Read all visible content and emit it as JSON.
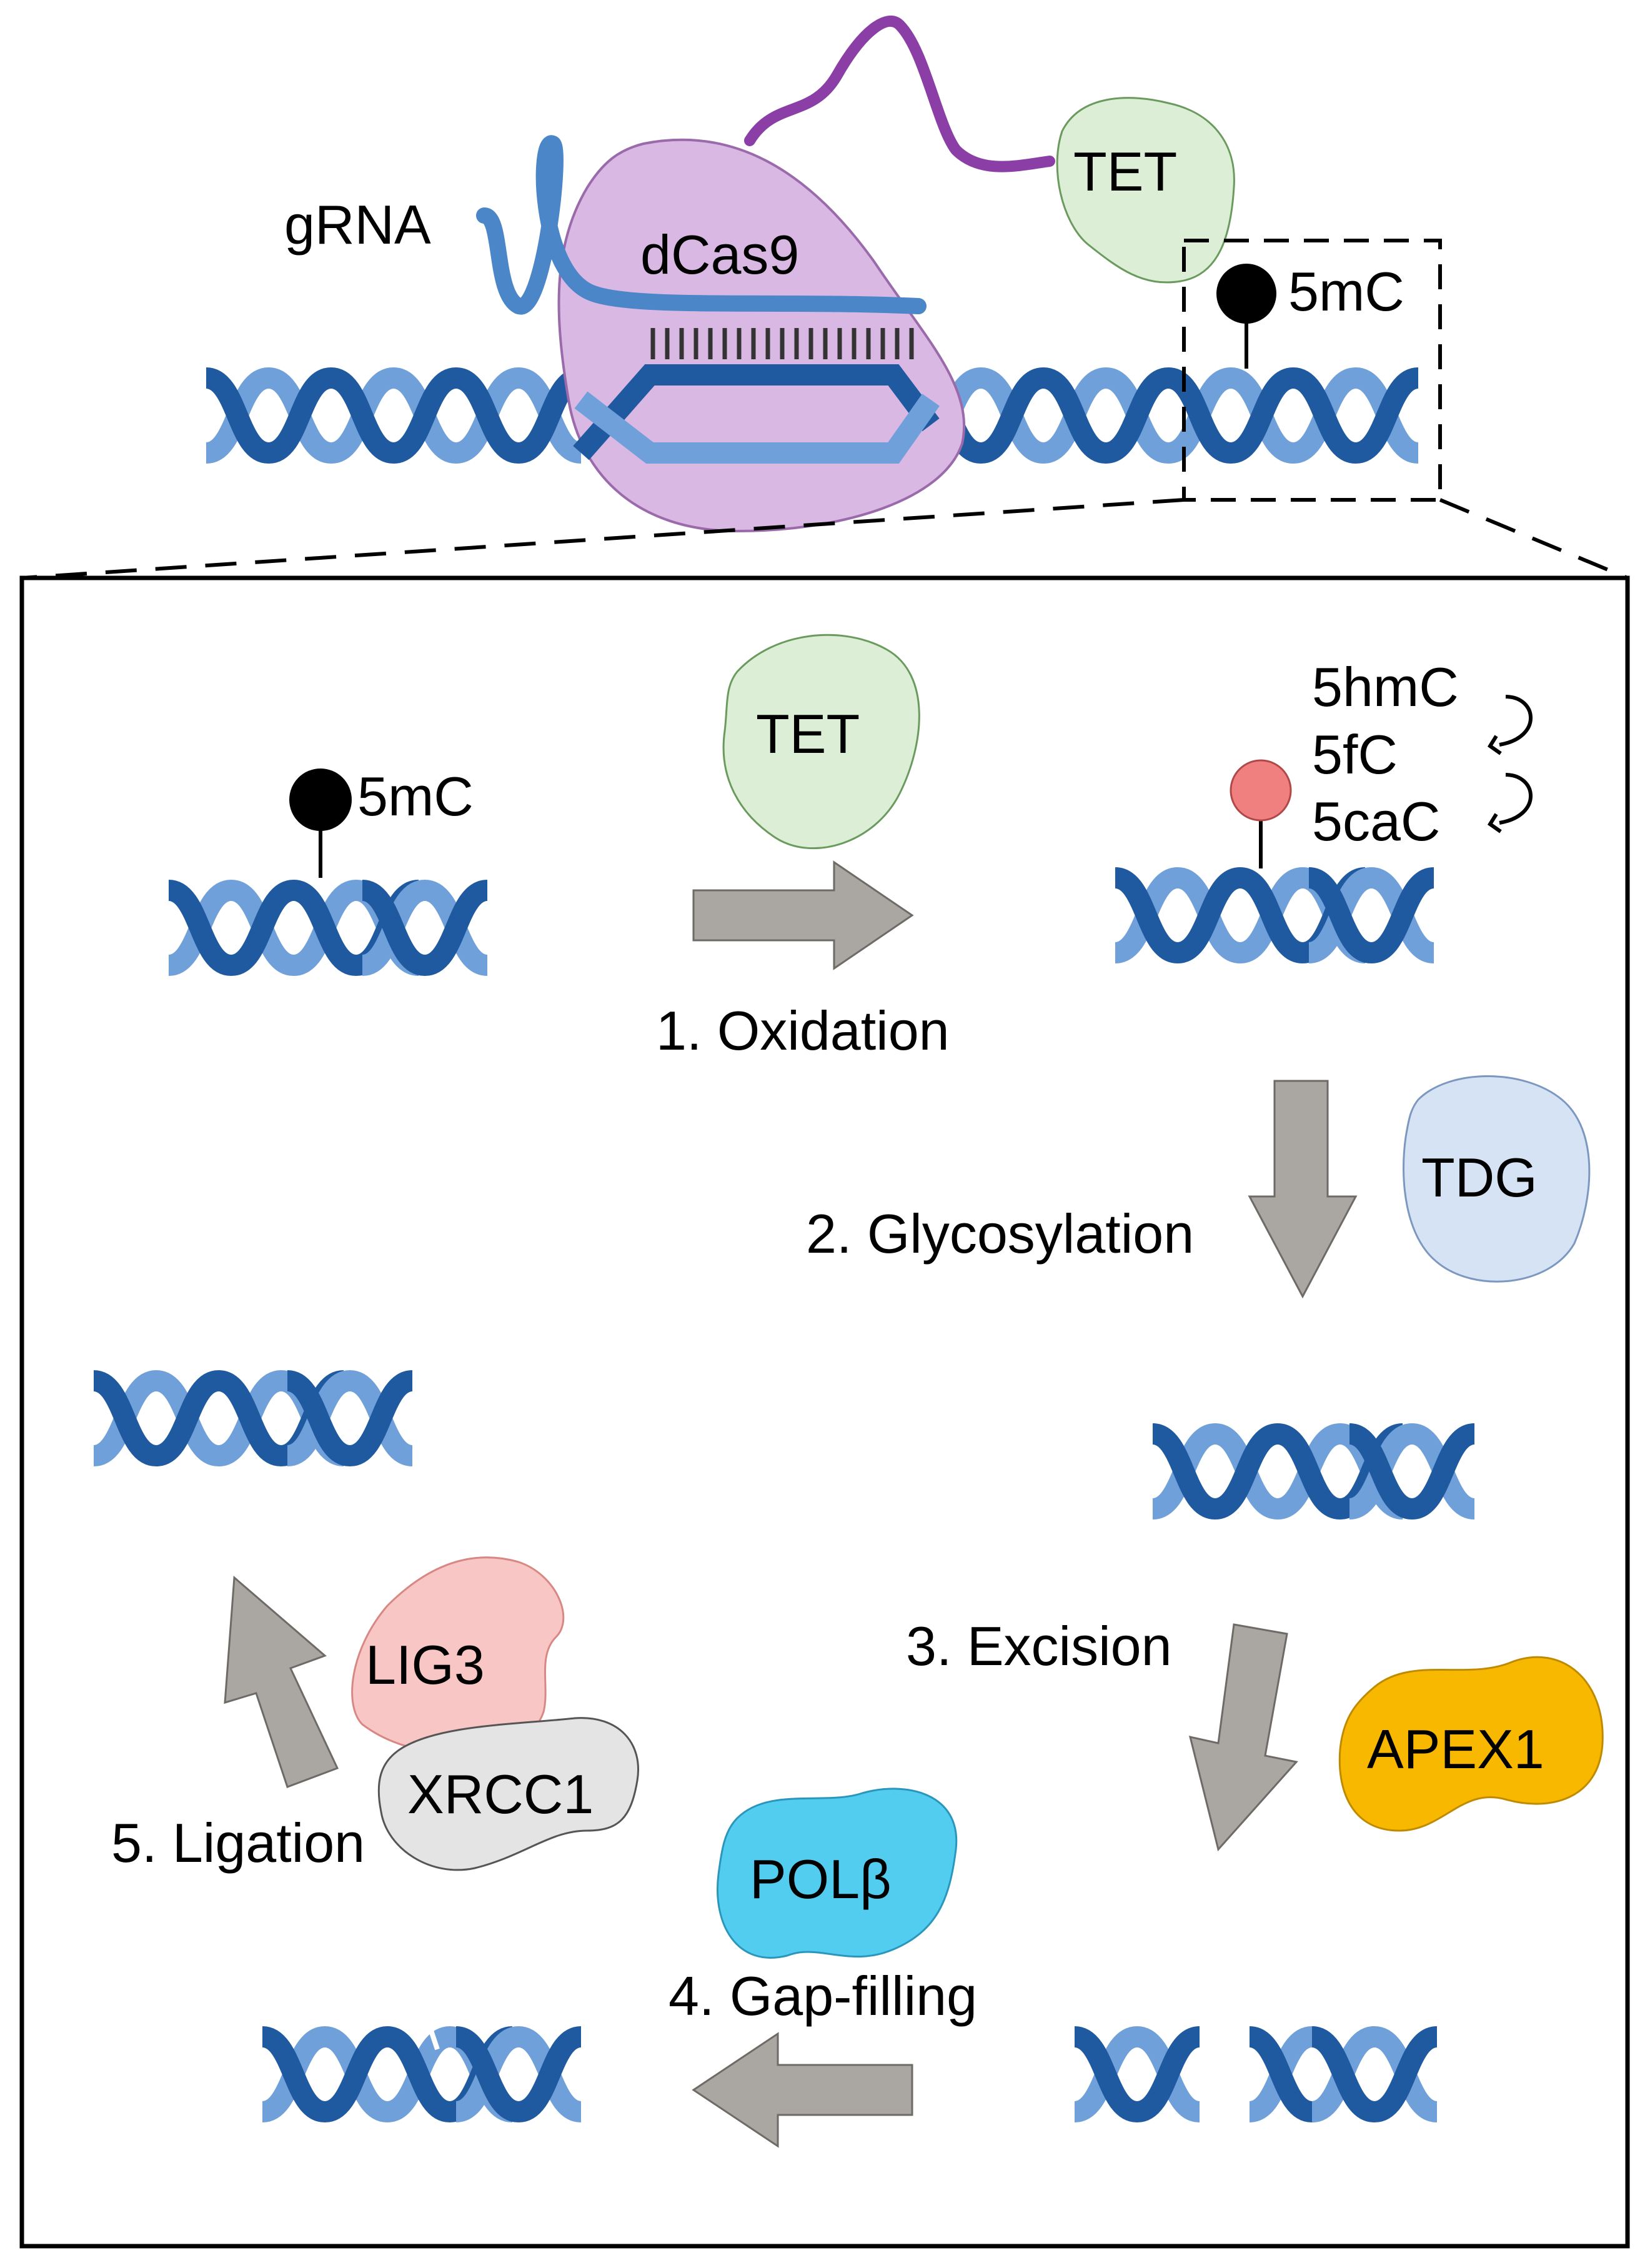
{
  "top": {
    "grna_label": "gRNA",
    "dcas9_label": "dCas9",
    "tet_label": "TET",
    "mark_label": "5mC"
  },
  "steps": {
    "start_mark_label": "5mC",
    "tet_label": "TET",
    "oxidation_label": "1. Oxidation",
    "oxidized_forms": [
      "5hmC",
      "5fC",
      "5caC"
    ],
    "glycosylation_label": "2. Glycosylation",
    "tdg_label": "TDG",
    "excision_label": "3. Excision",
    "apex1_label": "APEX1",
    "gapfill_label": "4. Gap-filling",
    "polb_label": "POLβ",
    "ligation_label": "5. Ligation",
    "lig3_label": "LIG3",
    "xrcc1_label": "XRCC1"
  },
  "colors": {
    "dna_dark": "#1f5aa0",
    "dna_light": "#6fa0da",
    "dcas9_fill": "#d9b8e3",
    "dcas9_stroke": "#9a6aab",
    "linker": "#8b3fa6",
    "grna": "#4a86c8",
    "tet_fill": "#dcefd6",
    "tdg_fill": "#d6e3f4",
    "apex1_fill": "#f9b800",
    "polb_fill": "#52cdf0",
    "lig3_fill": "#f8c6c4",
    "xrcc1_fill": "#e4e4e4",
    "arrow_fill": "#aaa6a2",
    "oxidized_mark": "#f08080"
  }
}
